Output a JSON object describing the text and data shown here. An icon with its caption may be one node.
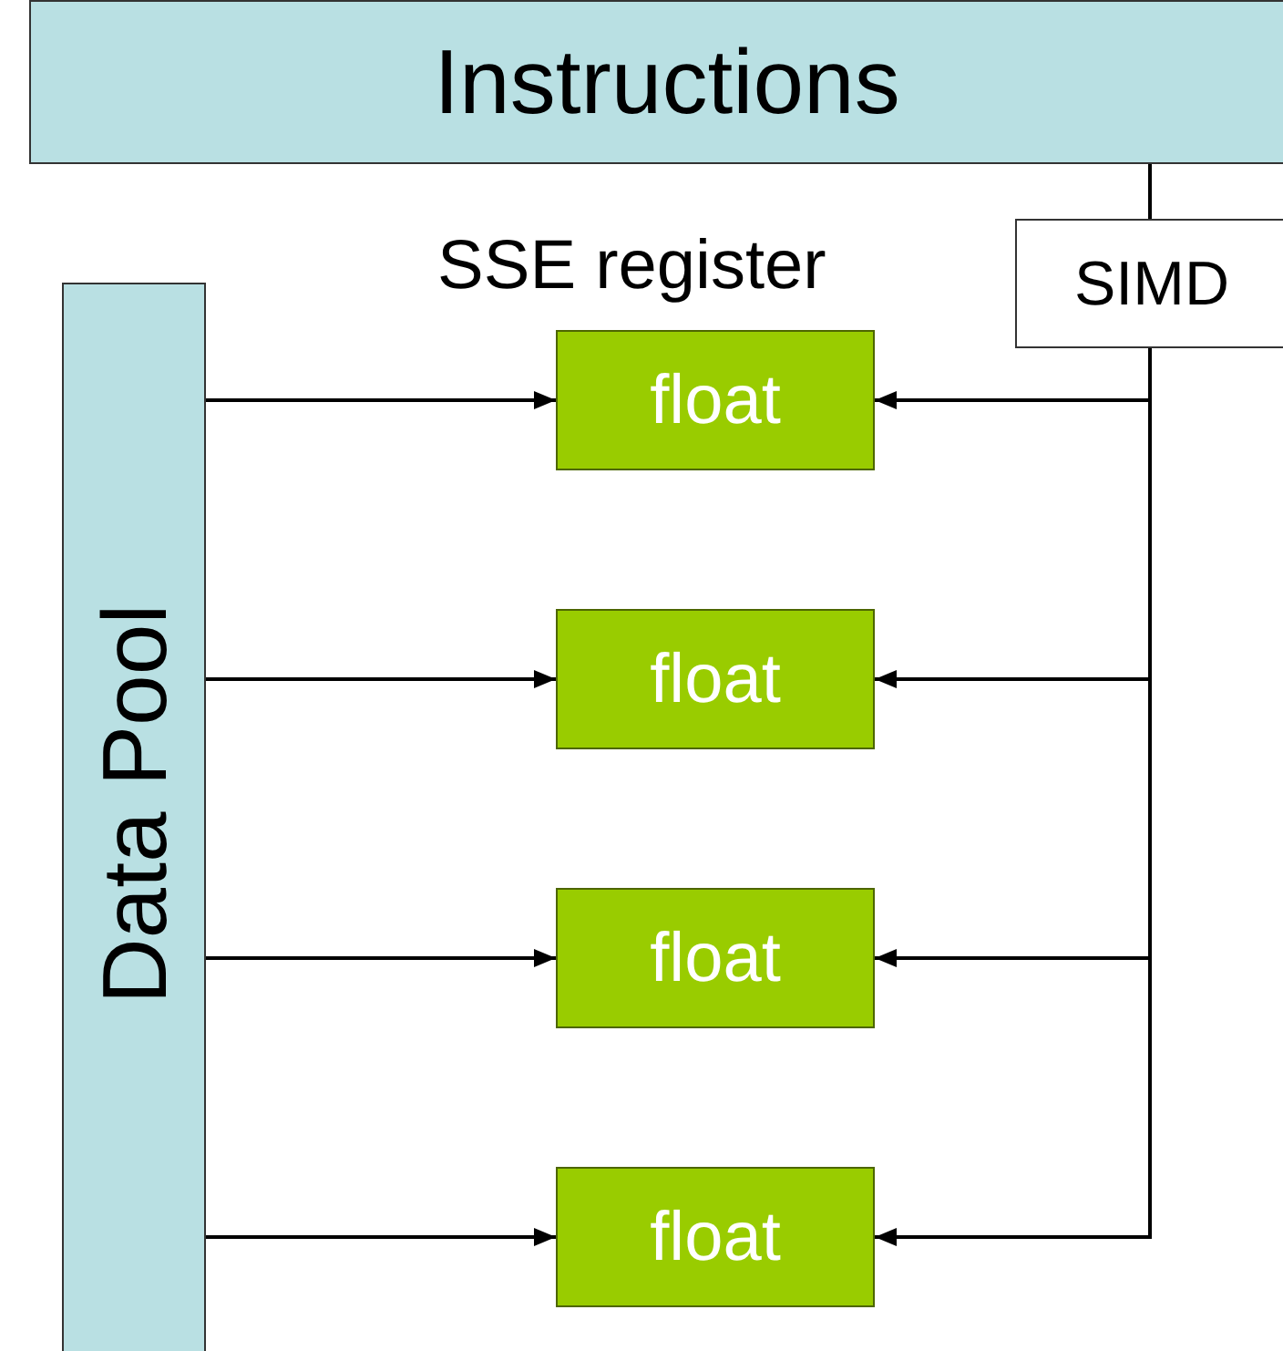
{
  "diagram": {
    "nodes": [
      {
        "text": [
          "Instructions"
        ]
      },
      {
        "text": [
          "SIMD"
        ]
      },
      {
        "text": [
          "Data Pool"
        ]
      },
      {
        "text": [
          "float"
        ]
      },
      {
        "text": [
          "float"
        ]
      },
      {
        "text": [
          "float"
        ]
      },
      {
        "text": [
          "float"
        ]
      }
    ],
    "edges": [
      {
        "from": 0,
        "to": 1,
        "arrow": "none"
      },
      {
        "from": 2,
        "to": 3,
        "arrow": "to"
      },
      {
        "from": 1,
        "to": 3,
        "arrow": "to"
      },
      {
        "from": 2,
        "to": 4,
        "arrow": "to"
      },
      {
        "from": 1,
        "to": 4,
        "arrow": "to"
      },
      {
        "from": 2,
        "to": 5,
        "arrow": "to"
      },
      {
        "from": 1,
        "to": 5,
        "arrow": "to"
      },
      {
        "from": 2,
        "to": 6,
        "arrow": "to"
      },
      {
        "from": 1,
        "to": 6,
        "arrow": "to"
      }
    ],
    "labels": [
      "SSE register"
    ]
  }
}
